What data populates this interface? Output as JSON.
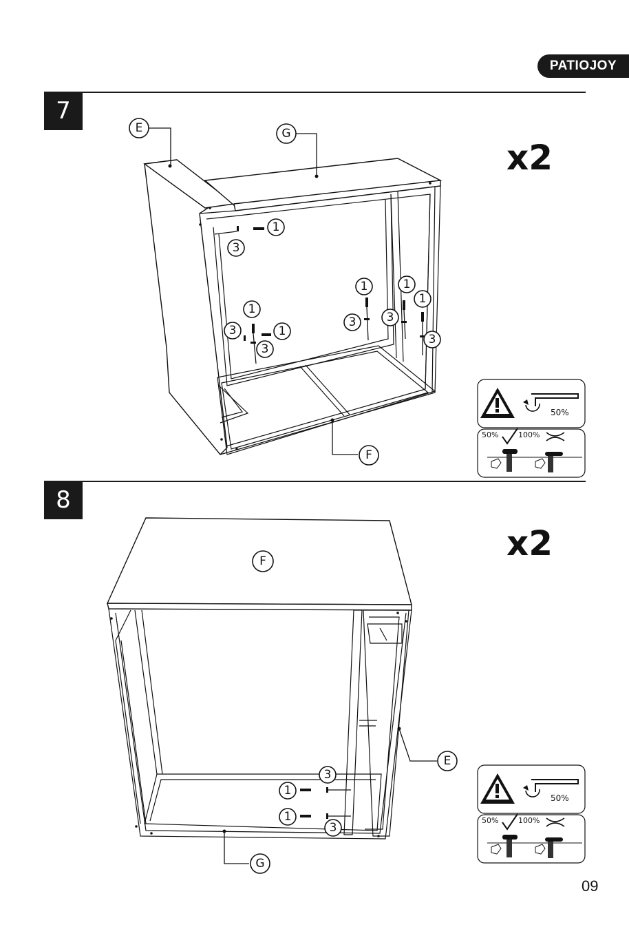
{
  "brand": {
    "logo": "PATIOJOY"
  },
  "page_number": "09",
  "steps": [
    {
      "number": "7",
      "quantity": "x2",
      "callouts": {
        "E": "E",
        "G": "G",
        "F": "F",
        "n1": "1",
        "n3": "3"
      },
      "warning": {
        "torque_top": "50%",
        "torque_left": "50%",
        "torque_right": "100%"
      }
    },
    {
      "number": "8",
      "quantity": "x2",
      "callouts": {
        "F": "F",
        "E": "E",
        "G": "G",
        "n1": "1",
        "n3": "3"
      },
      "warning": {
        "torque_top": "50%",
        "torque_left": "50%",
        "torque_right": "100%"
      }
    }
  ],
  "icons": [
    "warning-triangle-icon",
    "allen-key-icon",
    "check-icon",
    "cross-icon",
    "hand-icon",
    "screw-icon"
  ]
}
